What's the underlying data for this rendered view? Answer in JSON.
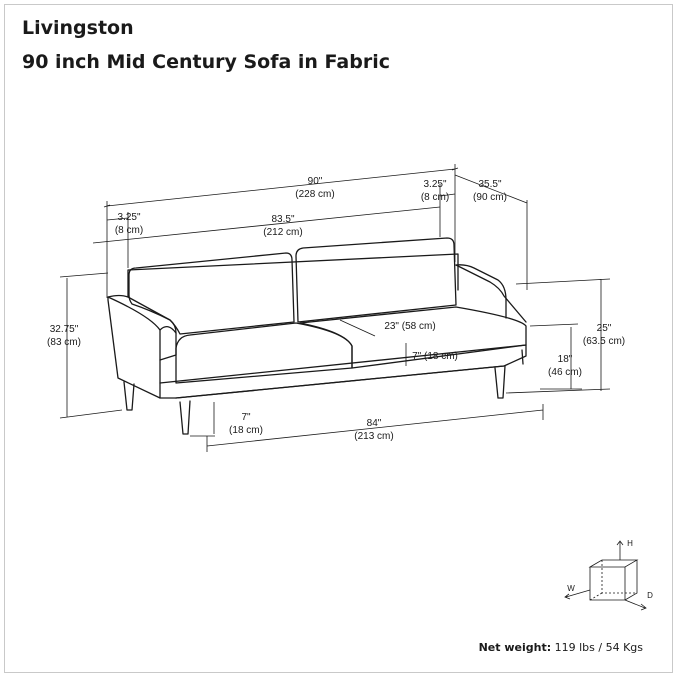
{
  "header": {
    "line1": "Livingston",
    "line2": "90 inch Mid Century Sofa in Fabric"
  },
  "dimensions": {
    "overall_width": {
      "in": "90\"",
      "cm": "(228 cm)"
    },
    "arm_width_right": {
      "in": "3.25\"",
      "cm": "(8 cm)"
    },
    "overall_depth": {
      "in": "35.5\"",
      "cm": "(90 cm)"
    },
    "arm_width_left": {
      "in": "3.25\"",
      "cm": "(8 cm)"
    },
    "inner_width": {
      "in": "83.5\"",
      "cm": "(212 cm)"
    },
    "overall_height": {
      "in": "32.75\"",
      "cm": "(83 cm)"
    },
    "arm_height": {
      "in": "25\"",
      "cm": "(63.5 cm)"
    },
    "seat_depth": {
      "in": "23\"",
      "cm": "(58 cm)"
    },
    "cushion_height": {
      "in": "7\"",
      "cm": "(18 cm)"
    },
    "seat_height": {
      "in": "18\"",
      "cm": "(46 cm)"
    },
    "leg_height": {
      "in": "7\"",
      "cm": "(18 cm)"
    },
    "base_width": {
      "in": "84\"",
      "cm": "(213 cm)"
    }
  },
  "axes": {
    "h": "H",
    "w": "W",
    "d": "D"
  },
  "footer": {
    "weight_label": "Net weight:",
    "weight_value": "119 lbs / 54 Kgs"
  }
}
